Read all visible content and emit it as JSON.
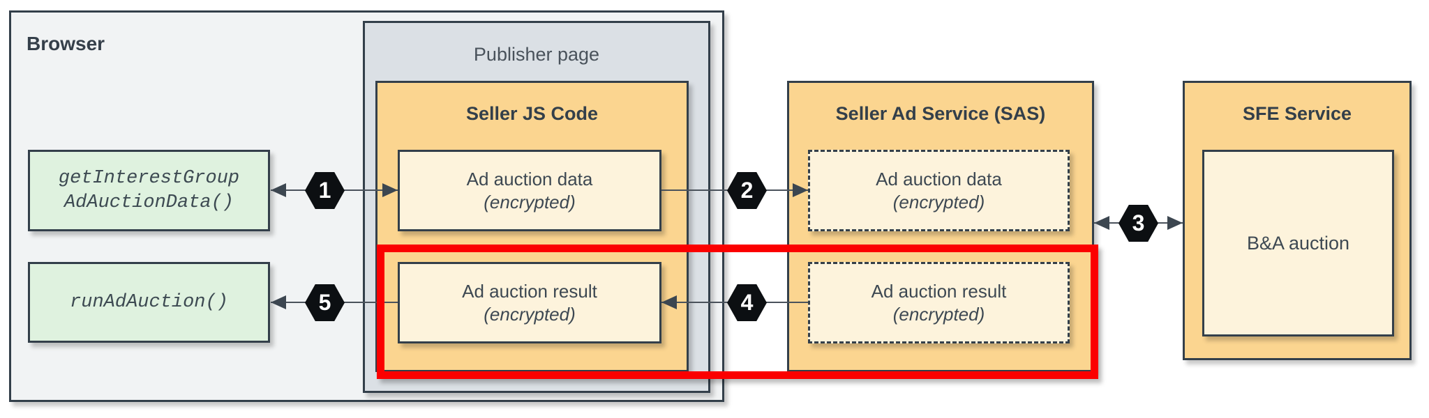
{
  "browser": {
    "label": "Browser"
  },
  "publisher_page": {
    "label": "Publisher page"
  },
  "browser_apis": [
    {
      "line1": "getInterestGroup",
      "line2": "AdAuctionData()"
    },
    {
      "line1": "runAdAuction()"
    }
  ],
  "seller_js": {
    "title": "Seller JS Code",
    "boxes": [
      {
        "line1": "Ad auction data",
        "line2": "(encrypted)"
      },
      {
        "line1": "Ad auction result",
        "line2": "(encrypted)"
      }
    ]
  },
  "sas": {
    "title": "Seller Ad Service (SAS)",
    "boxes": [
      {
        "line1": "Ad auction data",
        "line2": "(encrypted)"
      },
      {
        "line1": "Ad auction result",
        "line2": "(encrypted)"
      }
    ]
  },
  "sfe": {
    "title": "SFE Service",
    "box_label": "B&A auction"
  },
  "steps": [
    "1",
    "2",
    "3",
    "4",
    "5"
  ],
  "colors": {
    "background": "#ffffff",
    "browser_fill": "#f1f3f4",
    "publisher_fill": "#dbe0e5",
    "service_fill": "#fbd590",
    "node_fill": "#fdf3dc",
    "api_fill": "#dff2df",
    "border": "#333f4a",
    "highlight_red": "#fb0000",
    "hexagon_fill": "#0c0f12",
    "hexagon_text": "#ffffff",
    "text": "#3d4852"
  }
}
